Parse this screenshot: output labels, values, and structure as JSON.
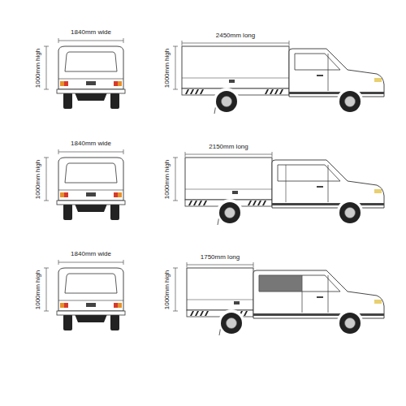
{
  "diagram": {
    "labels": [
      "1840mm wide",
      "1000mm high",
      "2450mm long",
      "1000mm high",
      "1840mm wide",
      "1000mm high",
      "2150mm long",
      "1000mm high",
      "1840mm wide",
      "1000mm high",
      "1750mm long",
      "1000mm high"
    ]
  }
}
